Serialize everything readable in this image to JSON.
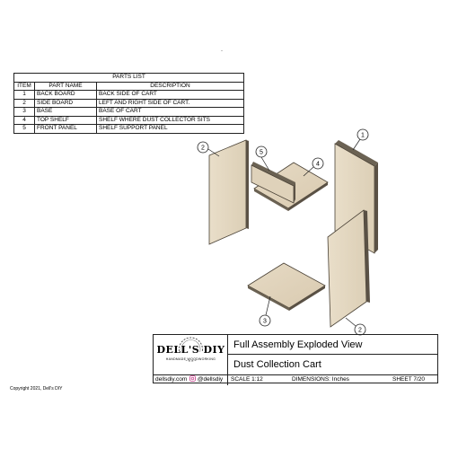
{
  "parts_list": {
    "title": "PARTS LIST",
    "headers": {
      "item": "ITEM",
      "part_name": "PART NAME",
      "description": "DESCRIPTION"
    },
    "rows": [
      {
        "item": "1",
        "part_name": "BACK BOARD",
        "description": "BACK SIDE OF CART"
      },
      {
        "item": "2",
        "part_name": "SIDE BOARD",
        "description": "LEFT AND RIGHT SIDE OF CART."
      },
      {
        "item": "3",
        "part_name": "BASE",
        "description": "BASE OF CART"
      },
      {
        "item": "4",
        "part_name": "TOP SHELF",
        "description": "SHELF WHERE DUST COLLECTOR SITS"
      },
      {
        "item": "5",
        "part_name": "FRONT PANEL",
        "description": "SHELF SUPPORT PANEL"
      }
    ]
  },
  "callouts": {
    "back_board": "1",
    "side_board_left": "2",
    "side_board_right": "2",
    "base": "3",
    "top_shelf": "4",
    "front_panel": "5"
  },
  "title_block": {
    "logo_name": "DELL'S DIY",
    "logo_tagline": "HANDMADE WOODWORKING",
    "title": "Full Assembly Exploded View",
    "subtitle": "Dust Collection Cart",
    "website": "dellsdiy.com",
    "social": "@dellsdiy",
    "scale": "SCALE  1:12",
    "dimensions": "DIMENSIONS: Inches",
    "sheet": "SHEET  7/20"
  },
  "copyright": "Copyright 2021, Dell's DIY",
  "top_mark": "-",
  "colors": {
    "wood_face": "#e3d6bf",
    "wood_edge": "#5a5145",
    "line": "#222222"
  }
}
